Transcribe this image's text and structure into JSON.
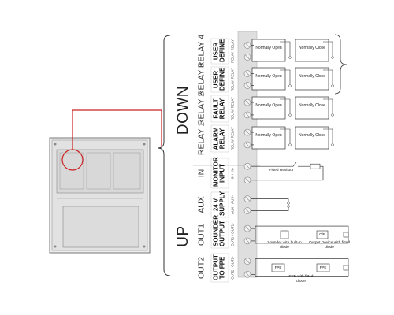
{
  "direction": {
    "down": "DOWN",
    "up": "UP"
  },
  "rows": [
    {
      "id": "relay4",
      "group": "RELAY 4",
      "func": "USER DEFINE",
      "pins": "RELAY RELAY",
      "left_box": "Normally Open",
      "right_box": "Normally Close"
    },
    {
      "id": "relay3",
      "group": "RELAY 3",
      "func": "USER DEFINE",
      "pins": "RELAY RELAY",
      "left_box": "Normally Open",
      "right_box": "Normally Close"
    },
    {
      "id": "relay2",
      "group": "RELAY 2",
      "func": "FAULT RELAY",
      "pins": "RELAY RELAY",
      "left_box": "Normally Open",
      "right_box": "Normally Close"
    },
    {
      "id": "relay1",
      "group": "RELAY 1",
      "func": "ALARM RELAY",
      "pins": "RELAY RELAY",
      "left_box": "Normally Open",
      "right_box": "Normally Close"
    },
    {
      "id": "in",
      "group": "IN",
      "func": "MONITOR INPUT",
      "pins": "IN+ IN-",
      "note": "Fitted Resistor"
    },
    {
      "id": "aux",
      "group": "AUX",
      "func": "24 V SUPPLY",
      "pins": "AUX+ AUX-"
    },
    {
      "id": "out1",
      "group": "OUT1",
      "func": "SOUNDER OUTPUT",
      "pins": "OUT1+ OUT1-",
      "note_left": "Sounder with built-in diode",
      "note_right": "Output Device with fitted diode",
      "tag": "O/P"
    },
    {
      "id": "out2",
      "group": "OUT2",
      "func": "OUTPUT TO FPE",
      "pins": "OUT2+ OUT2-",
      "note": "FPE with fitted diode",
      "tag_left": "FPE",
      "tag_right": "FPE"
    }
  ],
  "colors": {
    "callout": "#cc2222",
    "line": "#333333",
    "panel": "#e6e6e6",
    "terminal": "#d9d9d9"
  }
}
